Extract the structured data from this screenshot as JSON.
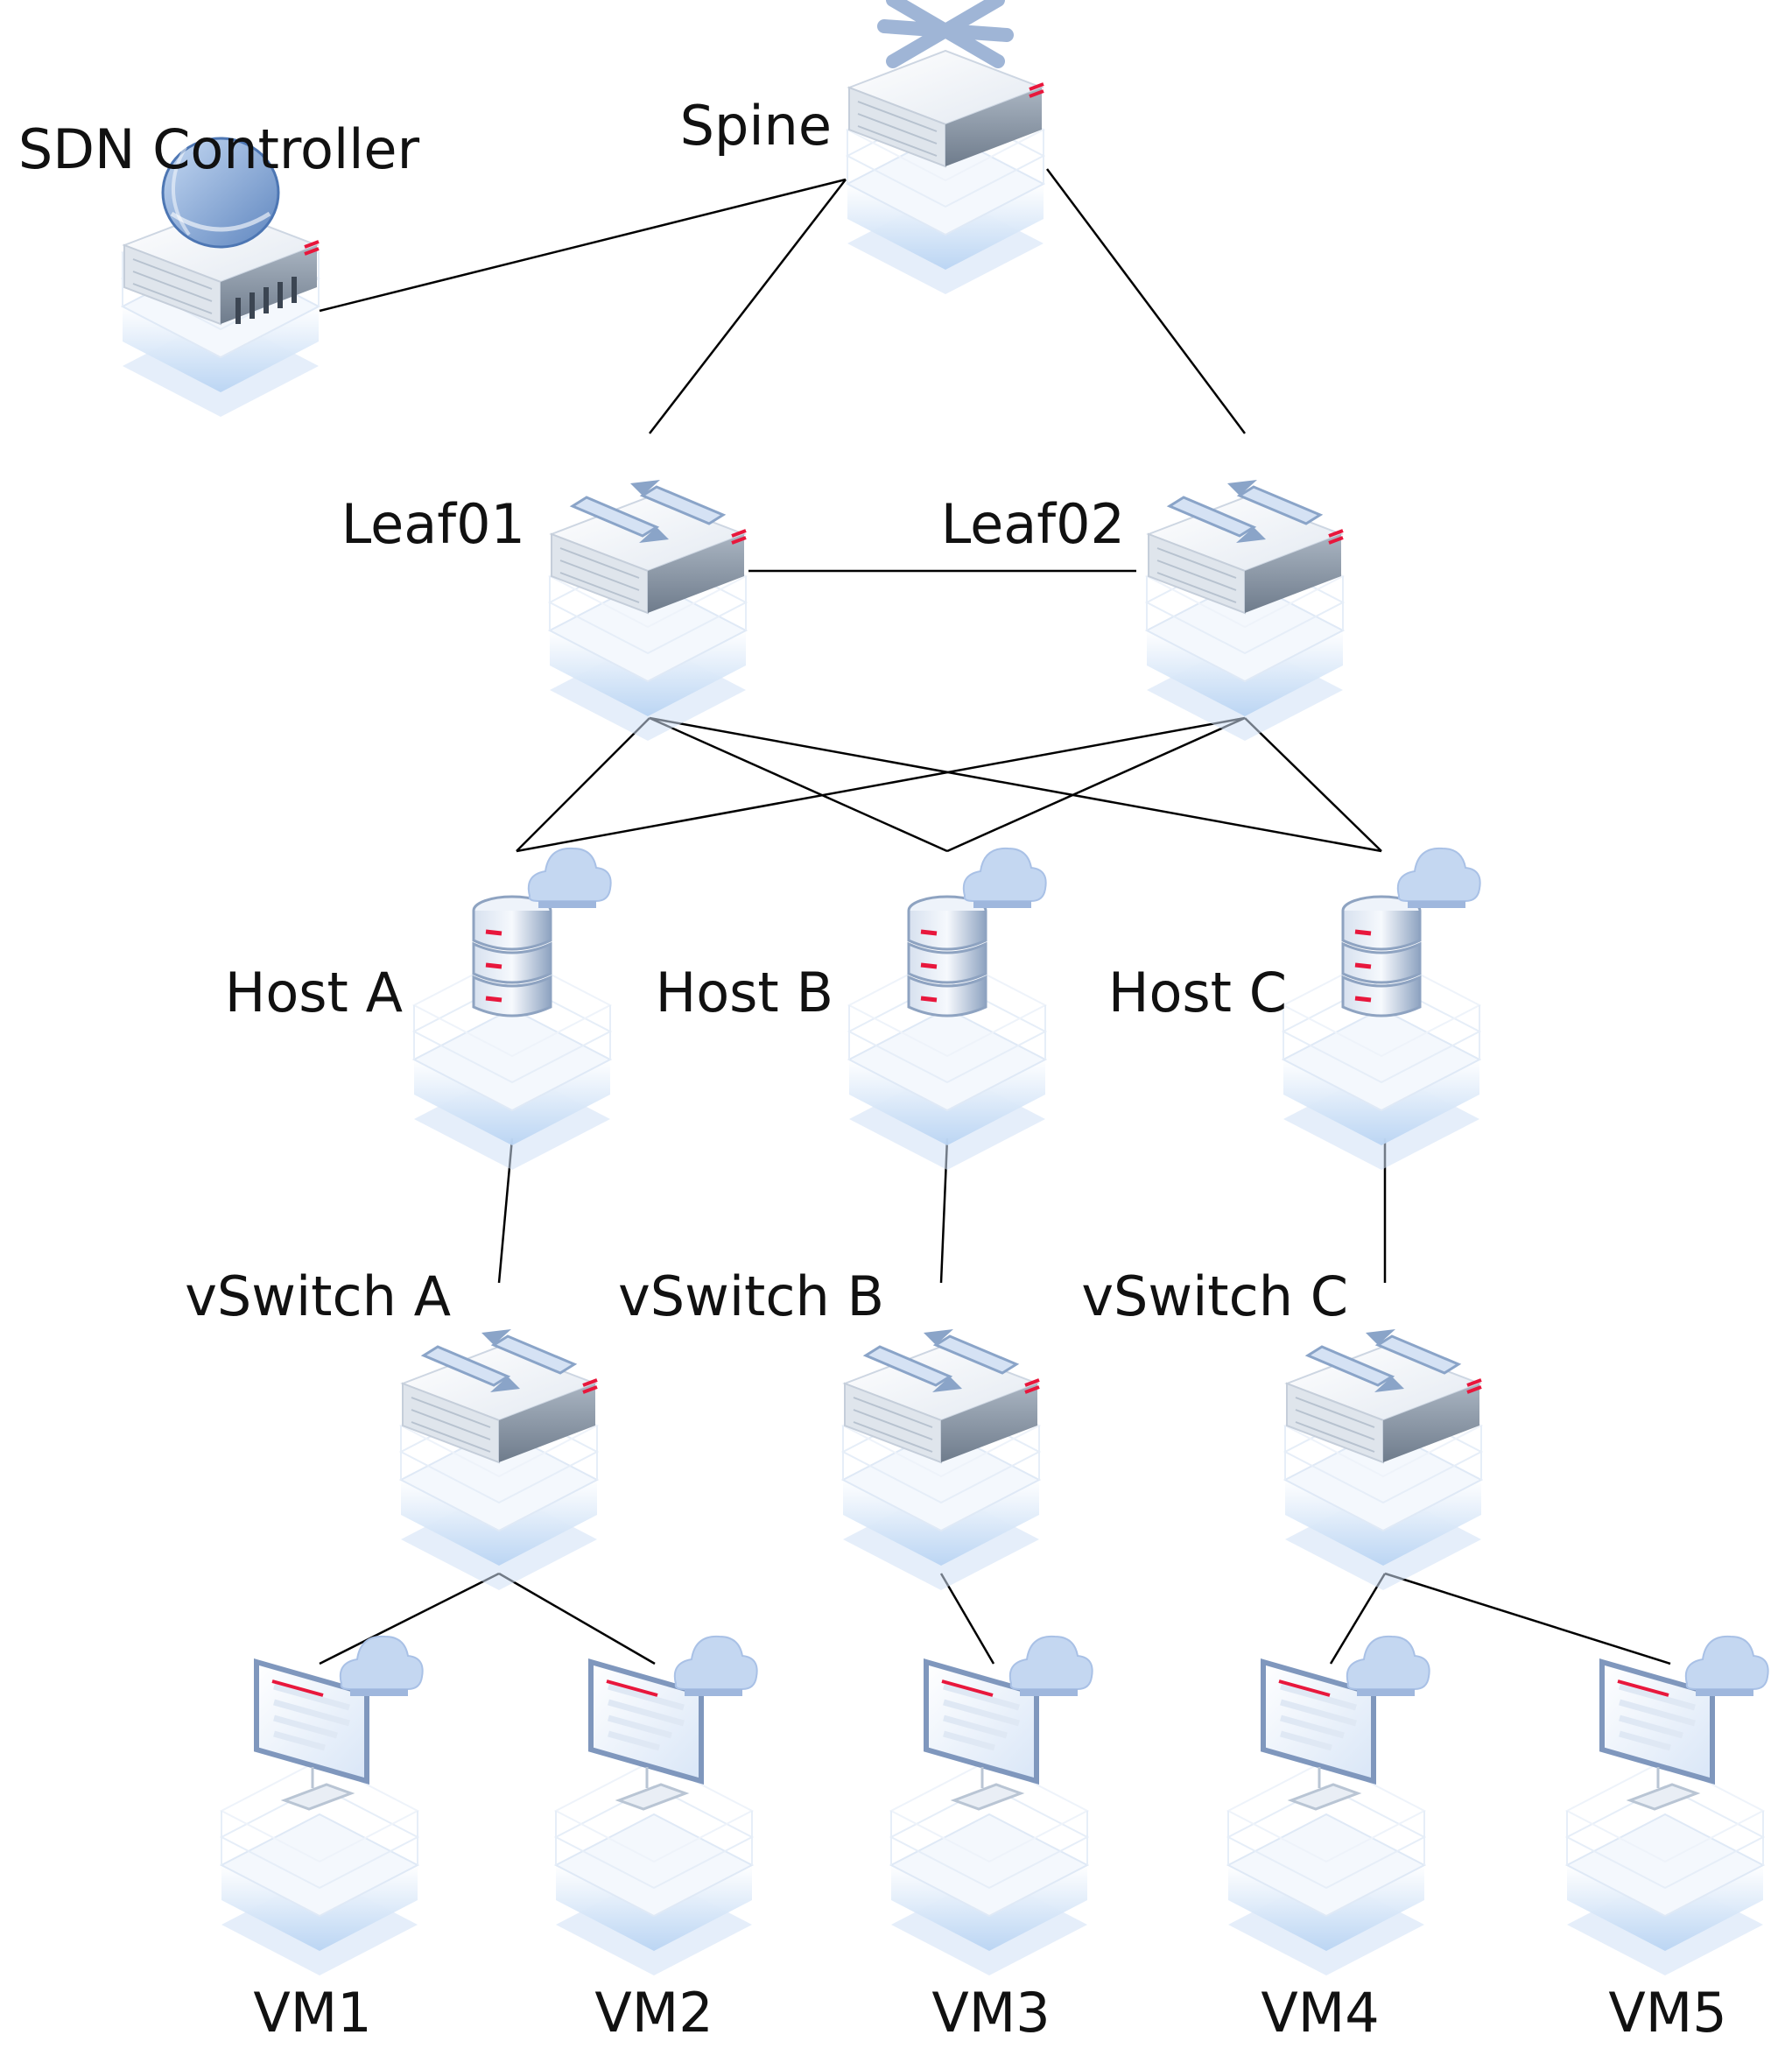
{
  "colors": {
    "platform_light": "#f3f7fd",
    "platform_shadow": "#a9c9ef",
    "device_body": "#e9edf3",
    "device_side": "#7d8a99",
    "accent_red": "#e8173c",
    "cloud": "#c9daf1",
    "db": "#7f94b4",
    "line": "#000000"
  },
  "nodes": [
    {
      "id": "sdn",
      "label": "SDN Controller",
      "icon": "sdn-controller-icon"
    },
    {
      "id": "spine",
      "label": "Spine",
      "icon": "core-switch-icon"
    },
    {
      "id": "leaf01",
      "label": "Leaf01",
      "icon": "switch-icon"
    },
    {
      "id": "leaf02",
      "label": "Leaf02",
      "icon": "switch-icon"
    },
    {
      "id": "hostA",
      "label": "Host A",
      "icon": "cloud-server-icon"
    },
    {
      "id": "hostB",
      "label": "Host B",
      "icon": "cloud-server-icon"
    },
    {
      "id": "hostC",
      "label": "Host C",
      "icon": "cloud-server-icon"
    },
    {
      "id": "vswA",
      "label": "vSwitch A",
      "icon": "virtual-switch-icon"
    },
    {
      "id": "vswB",
      "label": "vSwitch B",
      "icon": "virtual-switch-icon"
    },
    {
      "id": "vswC",
      "label": "vSwitch C",
      "icon": "virtual-switch-icon"
    },
    {
      "id": "vm1",
      "label": "VM1",
      "icon": "virtual-machine-icon"
    },
    {
      "id": "vm2",
      "label": "VM2",
      "icon": "virtual-machine-icon"
    },
    {
      "id": "vm3",
      "label": "VM3",
      "icon": "virtual-machine-icon"
    },
    {
      "id": "vm4",
      "label": "VM4",
      "icon": "virtual-machine-icon"
    },
    {
      "id": "vm5",
      "label": "VM5",
      "icon": "virtual-machine-icon"
    }
  ],
  "edges": [
    [
      "sdn",
      "spine"
    ],
    [
      "spine",
      "leaf01"
    ],
    [
      "spine",
      "leaf02"
    ],
    [
      "leaf01",
      "leaf02"
    ],
    [
      "leaf01",
      "hostA"
    ],
    [
      "leaf01",
      "hostB"
    ],
    [
      "leaf01",
      "hostC"
    ],
    [
      "leaf02",
      "hostA"
    ],
    [
      "leaf02",
      "hostB"
    ],
    [
      "leaf02",
      "hostC"
    ],
    [
      "hostA",
      "vswA"
    ],
    [
      "hostB",
      "vswB"
    ],
    [
      "hostC",
      "vswC"
    ],
    [
      "vswA",
      "vm1"
    ],
    [
      "vswA",
      "vm2"
    ],
    [
      "vswB",
      "vm3"
    ],
    [
      "vswC",
      "vm4"
    ],
    [
      "vswC",
      "vm5"
    ]
  ]
}
